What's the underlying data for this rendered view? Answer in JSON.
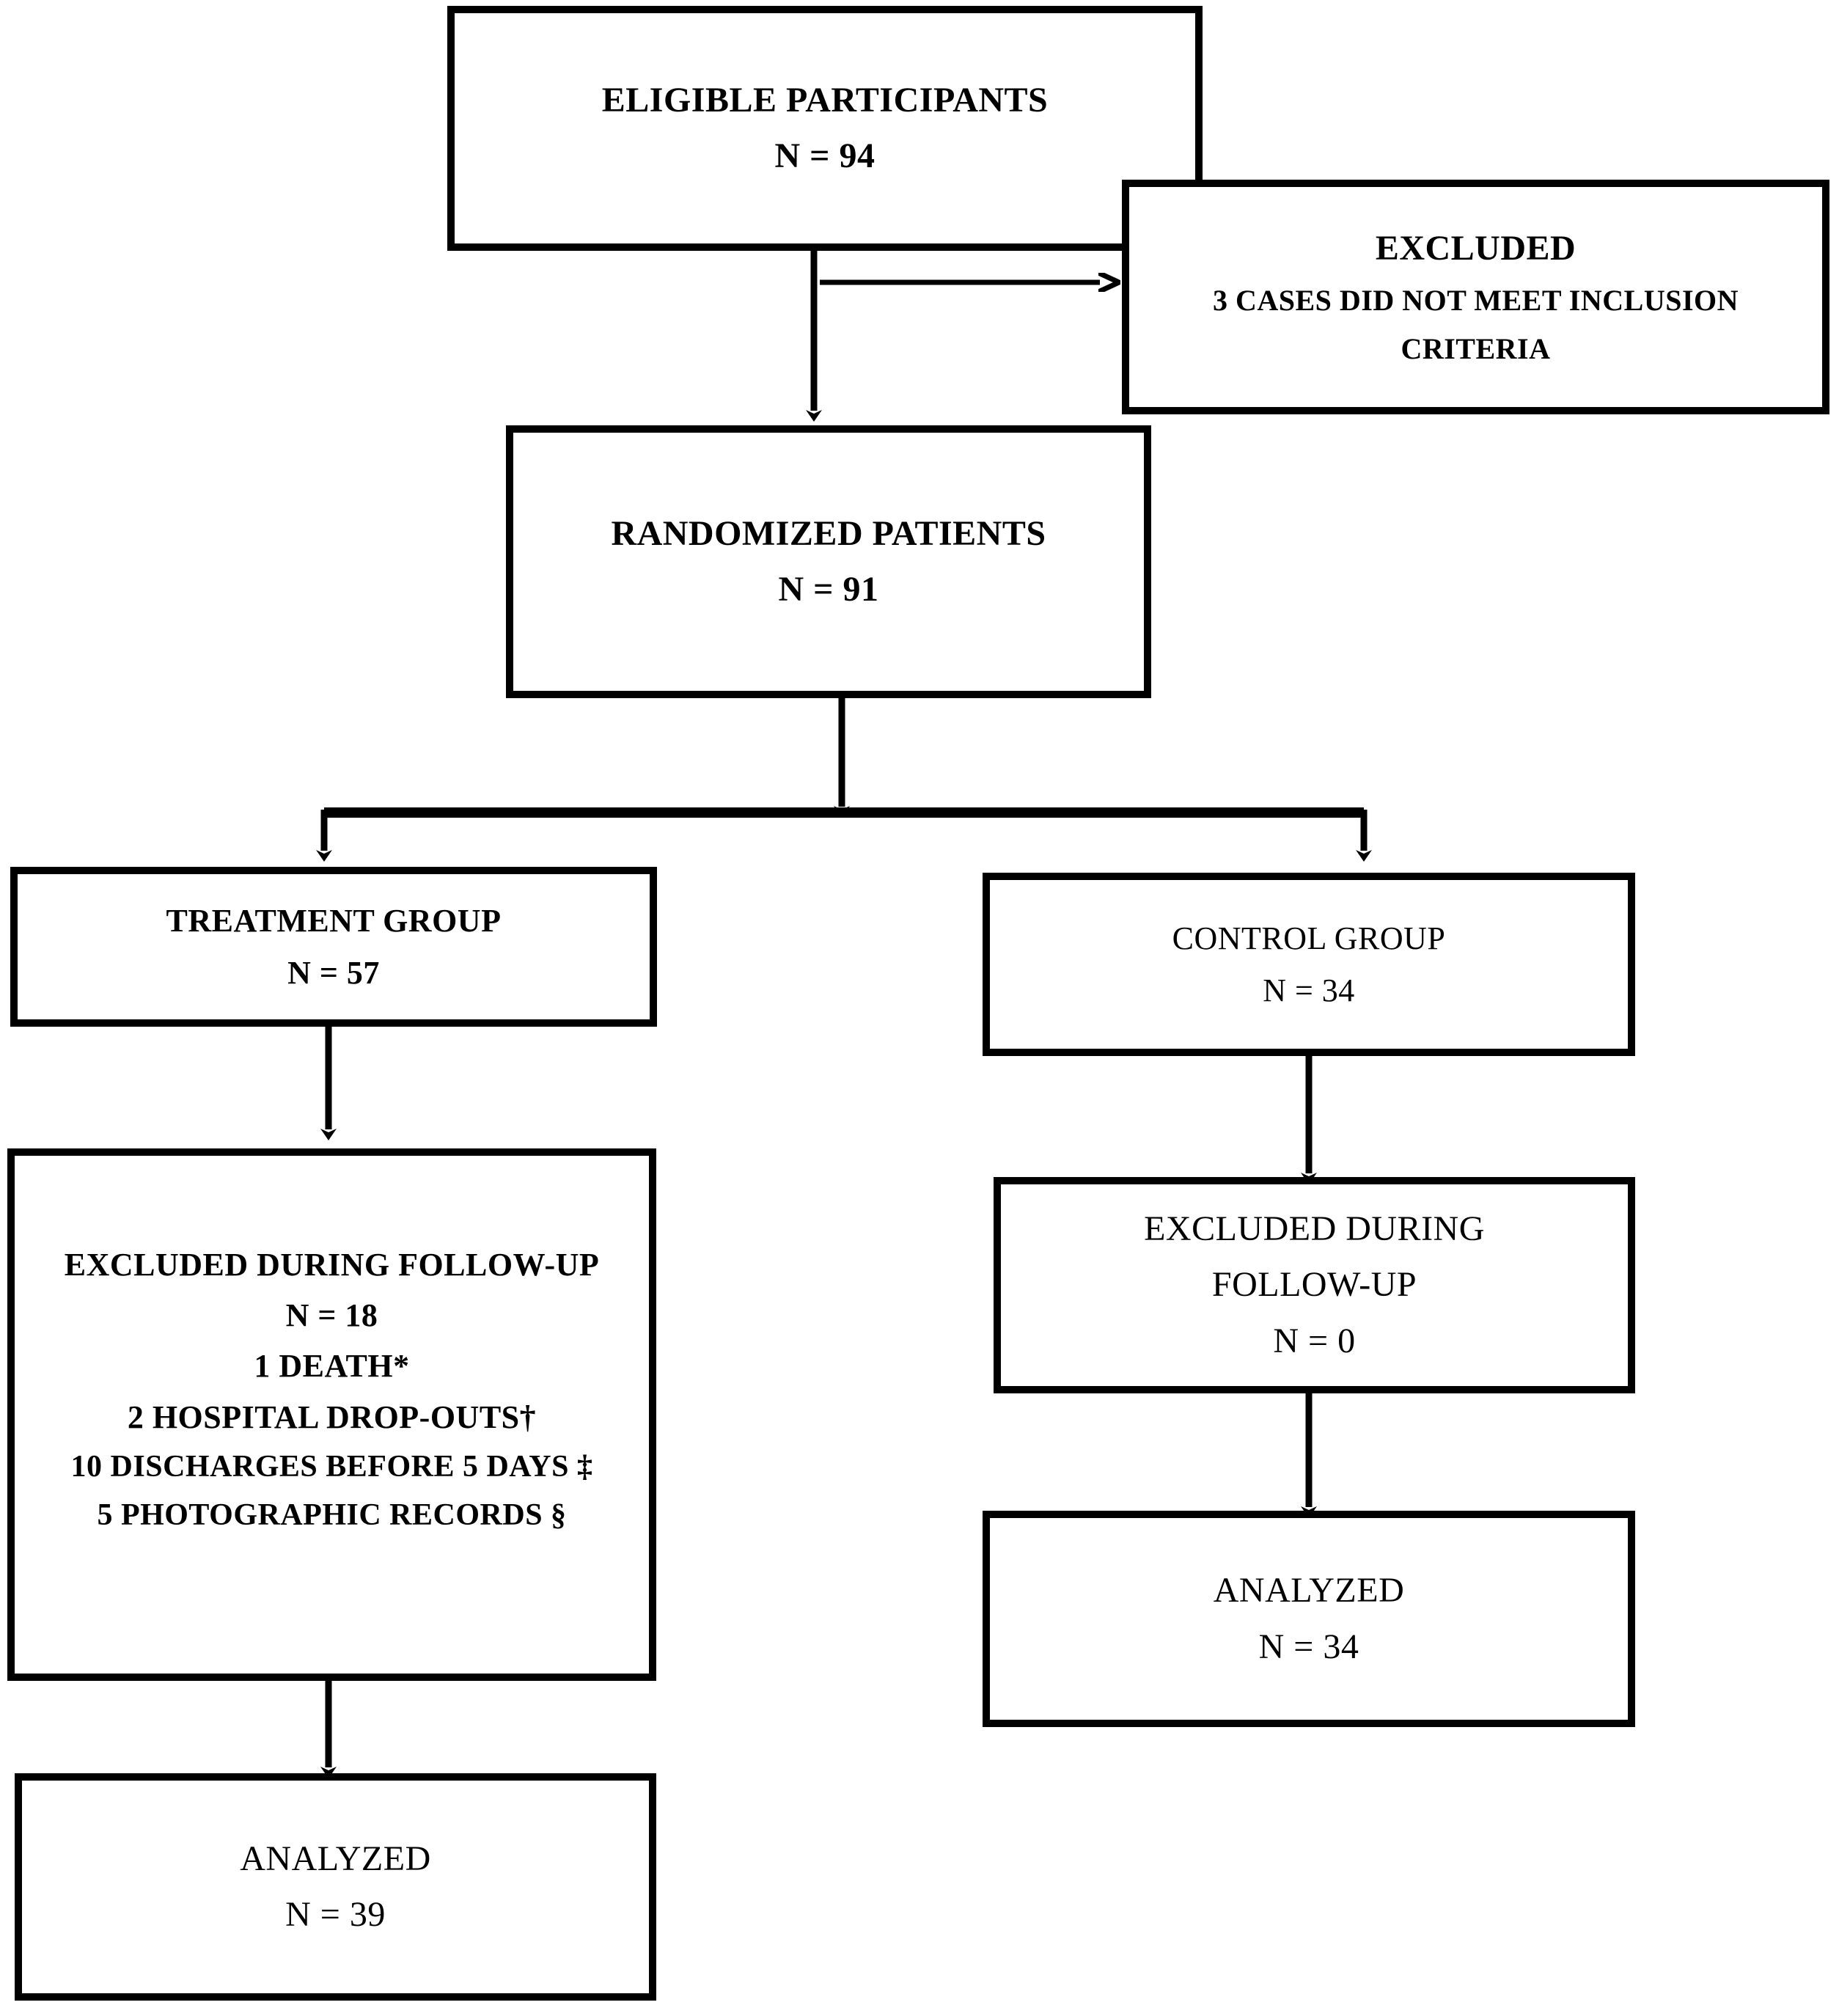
{
  "diagram": {
    "type": "consort-flow-diagram",
    "title": "CONSORT participant flow",
    "stroke_color": "#000000",
    "background_color": "#ffffff",
    "nodes": [
      {
        "id": "eligible",
        "name": "eligible-participants-box",
        "lines": [
          "ELIGIBLE PARTICIPANTS",
          "N = 94"
        ],
        "label": "ELIGIBLE PARTICIPANTS",
        "n_label": "N = 94",
        "n_value": 94
      },
      {
        "id": "excluded_screening",
        "name": "excluded-screening-box",
        "lines": [
          "EXCLUDED",
          "3 CASES DID NOT MEET INCLUSION",
          "CRITERIA"
        ],
        "heading": "EXCLUDED",
        "detail_line_1": "3 CASES DID NOT MEET INCLUSION",
        "detail_line_2": "CRITERIA",
        "n_value": 3
      },
      {
        "id": "randomized",
        "name": "randomized-patients-box",
        "lines": [
          "RANDOMIZED PATIENTS",
          "N = 91"
        ],
        "label": "RANDOMIZED PATIENTS",
        "n_label": "N = 91",
        "n_value": 91
      },
      {
        "id": "treatment",
        "name": "treatment-group-box",
        "lines": [
          "TREATMENT GROUP",
          "N = 57"
        ],
        "label": "TREATMENT GROUP",
        "n_label": "N = 57",
        "n_value": 57
      },
      {
        "id": "control",
        "name": "control-group-box",
        "lines": [
          "CONTROL GROUP",
          "N = 34"
        ],
        "label": "CONTROL GROUP",
        "n_label": "N = 34",
        "n_value": 34
      },
      {
        "id": "excluded_treatment",
        "name": "excluded-followup-treatment-box",
        "lines": [
          "EXCLUDED DURING FOLLOW-UP",
          "N = 18",
          "1 DEATH*",
          "2 HOSPITAL DROP-OUTS†",
          "10 DISCHARGES BEFORE 5 DAYS ‡",
          "5 PHOTOGRAPHIC RECORDS §"
        ],
        "heading": "EXCLUDED DURING FOLLOW-UP",
        "n_label": "N = 18",
        "n_value": 18,
        "reasons": [
          {
            "text": "1 DEATH*",
            "count": 1,
            "symbol": "*"
          },
          {
            "text": "2 HOSPITAL DROP-OUTS†",
            "count": 2,
            "symbol": "†"
          },
          {
            "text": "10 DISCHARGES BEFORE 5 DAYS ‡",
            "count": 10,
            "symbol": "‡"
          },
          {
            "text": "5 PHOTOGRAPHIC RECORDS §",
            "count": 5,
            "symbol": "§"
          }
        ]
      },
      {
        "id": "excluded_control",
        "name": "excluded-followup-control-box",
        "lines": [
          "EXCLUDED DURING",
          "FOLLOW-UP",
          "N = 0"
        ],
        "heading_line_1": "EXCLUDED DURING",
        "heading_line_2": "FOLLOW-UP",
        "n_label": "N = 0",
        "n_value": 0
      },
      {
        "id": "analyzed_treatment",
        "name": "analyzed-treatment-box",
        "lines": [
          "ANALYZED",
          "N = 39"
        ],
        "label": "ANALYZED",
        "n_label": "N = 39",
        "n_value": 39
      },
      {
        "id": "analyzed_control",
        "name": "analyzed-control-box",
        "lines": [
          "ANALYZED",
          "N = 34"
        ],
        "label": "ANALYZED",
        "n_label": "N = 34",
        "n_value": 34
      }
    ],
    "edges": [
      {
        "from": "eligible",
        "to": "randomized",
        "kind": "vertical-arrow"
      },
      {
        "from": "eligible",
        "to": "excluded_screening",
        "kind": "horizontal-arrow"
      },
      {
        "from": "randomized",
        "to": "treatment",
        "kind": "split-arrow-left"
      },
      {
        "from": "randomized",
        "to": "control",
        "kind": "split-arrow-right"
      },
      {
        "from": "treatment",
        "to": "excluded_treatment",
        "kind": "vertical-arrow"
      },
      {
        "from": "excluded_treatment",
        "to": "analyzed_treatment",
        "kind": "vertical-arrow"
      },
      {
        "from": "control",
        "to": "excluded_control",
        "kind": "vertical-arrow"
      },
      {
        "from": "excluded_control",
        "to": "analyzed_control",
        "kind": "vertical-arrow"
      }
    ]
  }
}
